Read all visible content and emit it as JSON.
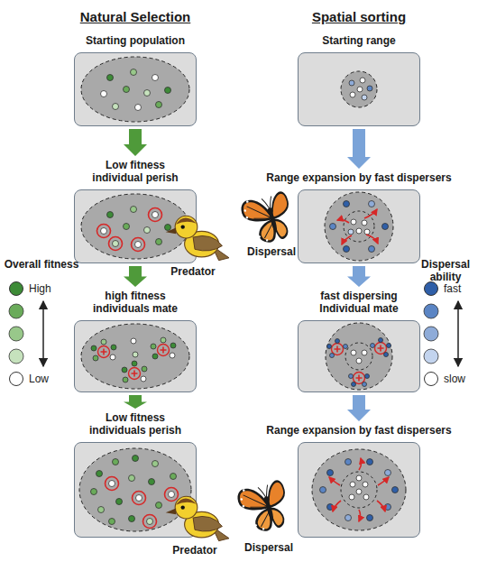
{
  "diagram": {
    "nodes": [
      {
        "text": [
          "Starting population"
        ]
      },
      {
        "text": [
          "Low fitness individual perish"
        ]
      },
      {
        "text": [
          "high fitness individuals mate"
        ]
      },
      {
        "text": [
          "Low fitness individuals perish"
        ]
      },
      {
        "text": [
          "Starting range"
        ]
      },
      {
        "text": [
          "Range expansion by fast dispersers"
        ]
      },
      {
        "text": [
          "fast dispersing Individual mate"
        ]
      },
      {
        "text": [
          "Range expansion by fast dispersers"
        ]
      }
    ],
    "edges": [
      {
        "from": 0,
        "to": 1,
        "arrow": "to"
      },
      {
        "from": 1,
        "to": 2,
        "arrow": "to"
      },
      {
        "from": 2,
        "to": 3,
        "arrow": "to"
      },
      {
        "from": 4,
        "to": 5,
        "arrow": "to"
      },
      {
        "from": 5,
        "to": 6,
        "arrow": "to"
      },
      {
        "from": 6,
        "to": 7,
        "arrow": "to"
      }
    ],
    "labels": [
      "Natural Selection",
      "Spatial sorting",
      "Overall fitness",
      "Dispersal ability",
      "Predator",
      "Dispersal",
      "Predator",
      "Dispersal"
    ],
    "legend": [
      {
        "text": "High",
        "color": "#3d8b37"
      },
      {
        "text": "Low",
        "color": "#ffffff"
      },
      {
        "text": "fast",
        "color": "#2f5fa8"
      },
      {
        "text": "slow",
        "color": "#ffffff"
      }
    ]
  }
}
